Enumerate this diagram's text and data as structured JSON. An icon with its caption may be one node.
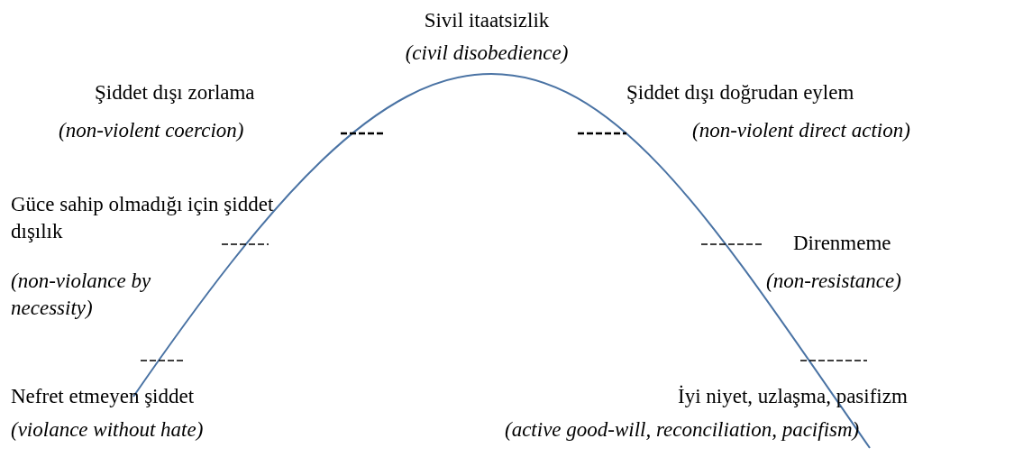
{
  "diagram": {
    "labels": [
      "Sivil itaatsizlik",
      "(civil disobedience)",
      "Şiddet dışı zorlama",
      "Şiddet dışı doğrudan eylem",
      "(non-violent coercion)",
      "(non-violent direct action)",
      "Güce sahip olmadığı için şiddet dışılık",
      "Direnmeme",
      "(non-violance by necessity)",
      "(non-resistance)",
      "Nefret etmeyen şiddet",
      "İyi niyet, uzlaşma, pasifizm",
      "(violance without hate)",
      "(active good-will, reconciliation, pacifism)"
    ]
  }
}
